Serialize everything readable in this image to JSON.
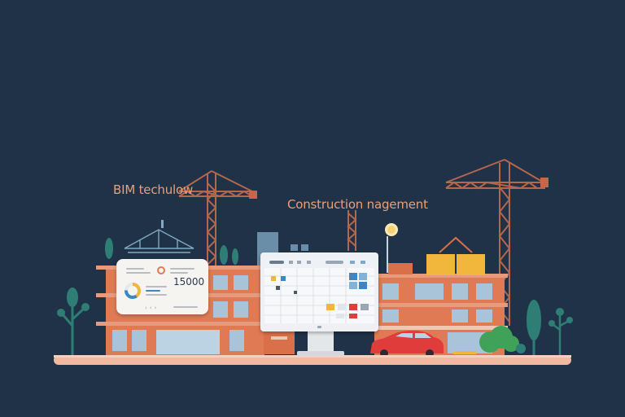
{
  "labels": {
    "left": "BIM techulow",
    "right": "Construction nagement"
  },
  "card": {
    "value": "15000"
  },
  "colors": {
    "background": "#203247",
    "brick": "#e07a55",
    "crane": "#b3674e",
    "text": "#e8a07a",
    "car": "#e03c3c",
    "tree": "#2e7e76",
    "ground": "#f2b8a0"
  }
}
